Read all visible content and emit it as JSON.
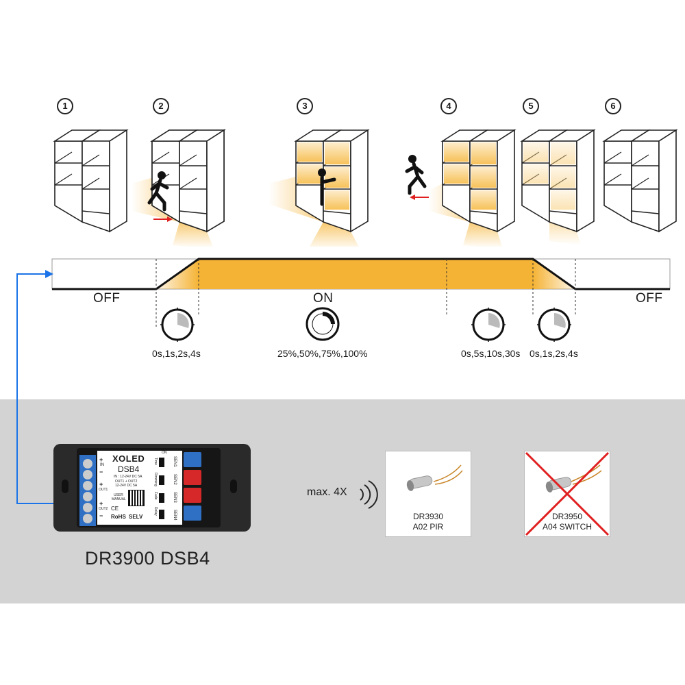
{
  "steps": [
    "1",
    "2",
    "3",
    "4",
    "5",
    "6"
  ],
  "timeline": {
    "off_left": "OFF",
    "on": "ON",
    "off_right": "OFF",
    "colors": {
      "fill": "#f5b335",
      "stroke": "#111111",
      "arrow": "#1a73e8",
      "motion_arrow": "#e02020"
    }
  },
  "dials": {
    "fade_in": "0s,1s,2s,4s",
    "brightness": "25%,50%,75%,100%",
    "hold": "0s,5s,10s,30s",
    "fade_out": "0s,1s,2s,4s"
  },
  "controller": {
    "brand": "XOLED",
    "model": "DSB4",
    "spec1": "IN : 12-24V DC 5A",
    "spec2": "OUT1 + OUT2",
    "spec3": "12-24V DC 5A",
    "manual1": "USER",
    "manual2": "MANUAL",
    "rohs": "RoHS",
    "selv": "SELV",
    "in_label": "IN",
    "out1_label": "OUT1",
    "out2_label": "OUT2",
    "plus": "+",
    "minus": "−",
    "sen_labels": [
      "SEN1",
      "SEN2",
      "SEN3",
      "SEN4"
    ],
    "dip_labels": [
      "Time",
      "Dimming",
      "Fade",
      "Delay"
    ],
    "on_label": "ON",
    "ce": "CE"
  },
  "product_name": "DR3900 DSB4",
  "max_label": "max. 4X",
  "sensors": [
    {
      "line1": "DR3930",
      "line2": "A02 PIR",
      "allowed": true
    },
    {
      "line1": "DR3950",
      "line2": "A04 SWITCH",
      "allowed": false
    }
  ]
}
